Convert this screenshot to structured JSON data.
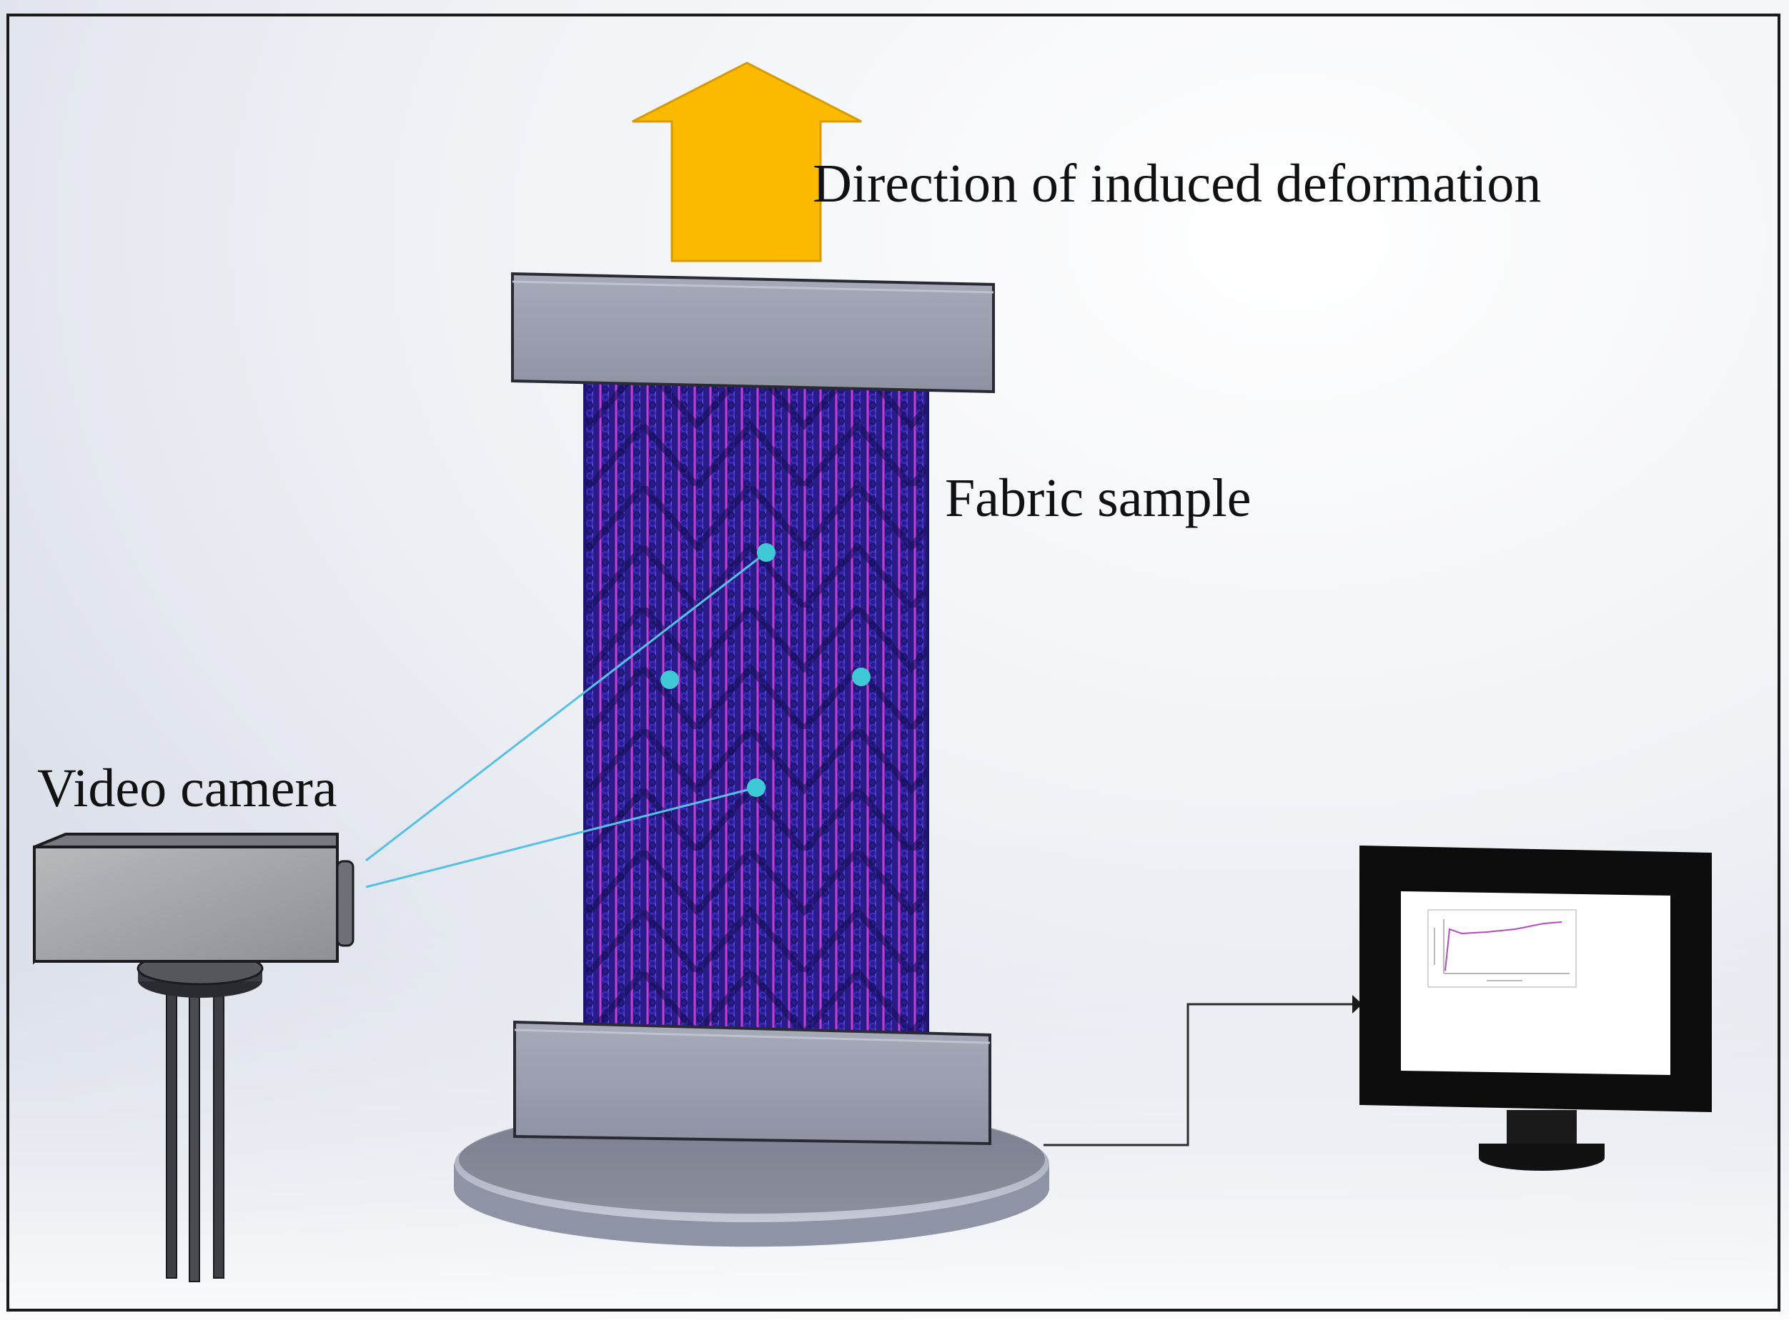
{
  "labels": {
    "direction": "Direction of induced deformation",
    "fabric": "Fabric sample",
    "camera": "Video camera"
  },
  "colors": {
    "arrow": "#fbba00",
    "arrow_stroke": "#d89a00",
    "clamp": "#9a9dad",
    "fabric_base": "#2c1e8c",
    "fabric_pink": "#d13fd4",
    "markers": "#3fc9d6",
    "sight_lines": "#56c0e6",
    "monitor": "#0c0c0c"
  },
  "icons": {
    "camera": "video-camera-icon",
    "monitor": "monitor-icon"
  }
}
